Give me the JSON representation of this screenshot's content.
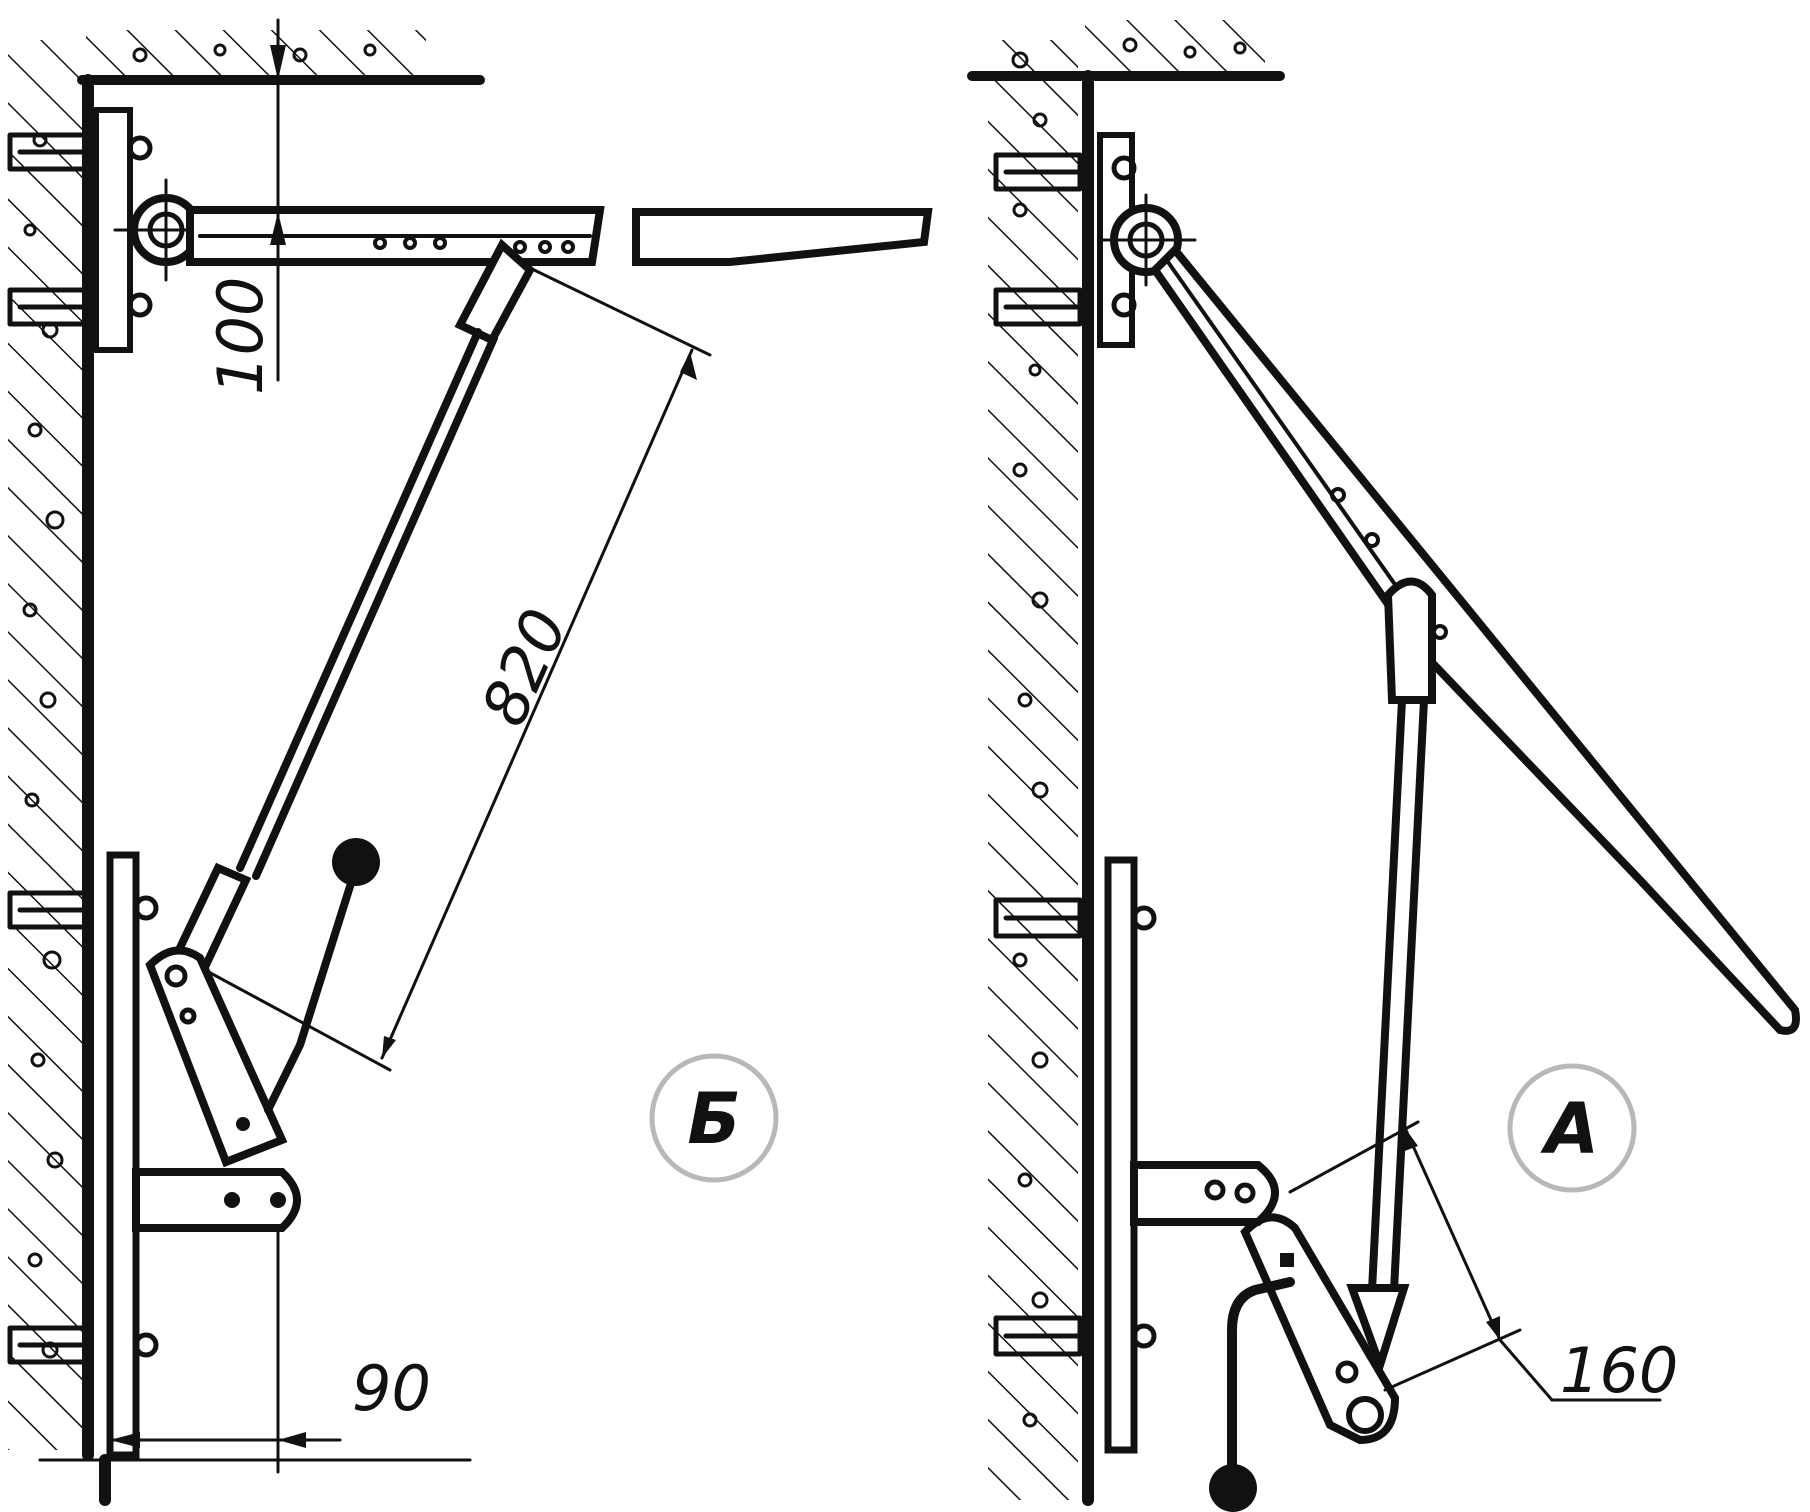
{
  "figure": {
    "panel_b": {
      "label": "Б",
      "dimensions": {
        "gap_to_ceiling": "100",
        "strut_length": "820",
        "bracket_offset": "90"
      }
    },
    "panel_a": {
      "label": "А",
      "dimensions": {
        "arm_length": "160"
      }
    },
    "colors": {
      "ink": "#111111",
      "label_ring": "#b8b8b8",
      "background": "#ffffff"
    }
  }
}
